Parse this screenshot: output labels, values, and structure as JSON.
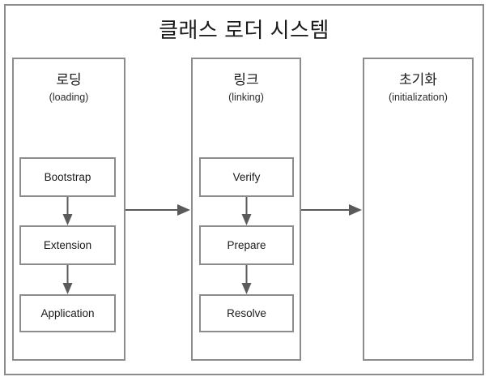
{
  "diagram": {
    "title": "클래스 로더 시스템",
    "phases": [
      {
        "id": "loading",
        "title_ko": "로딩",
        "title_en": "(loading)",
        "steps": [
          "Bootstrap",
          "Extension",
          "Application"
        ]
      },
      {
        "id": "linking",
        "title_ko": "링크",
        "title_en": "(linking)",
        "steps": [
          "Verify",
          "Prepare",
          "Resolve"
        ]
      },
      {
        "id": "initialization",
        "title_ko": "초기화",
        "title_en": "(initialization)",
        "steps": []
      }
    ],
    "colors": {
      "border": "#8c8c8c",
      "arrow": "#5a5a5a",
      "text": "#1a1a1a",
      "background": "#ffffff"
    }
  }
}
